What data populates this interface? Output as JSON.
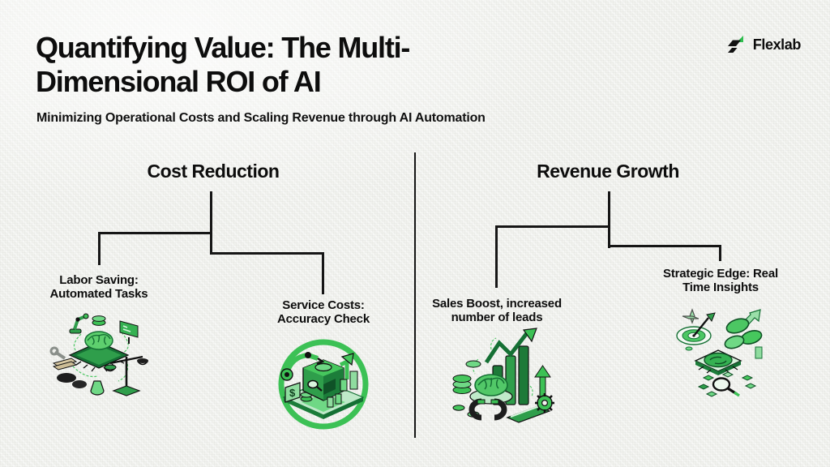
{
  "brand": {
    "name": "Flexlab",
    "logo_icon": "flexlab-arrow-monogram",
    "logo_green": "#2fbe4f"
  },
  "header": {
    "title_line1": "Quantifying Value: The Multi-",
    "title_line2": "Dimensional ROI of AI",
    "subtitle": "Minimizing Operational Costs and Scaling Revenue through AI Automation"
  },
  "colors": {
    "background": "#f1f2ee",
    "text": "#0d0d0d",
    "line": "#161616",
    "accent_green": "#3cc155",
    "mid_green": "#2f9e4b",
    "dark_green": "#156f35",
    "light_green": "#bfe9c9"
  },
  "tree_left": {
    "heading": "Cost Reduction",
    "leaf1": {
      "line1": "Labor Saving:",
      "line2": "Automated Tasks",
      "icon": "automated-tasks-illustration"
    },
    "leaf2": {
      "line1": "Service Costs:",
      "line2": "Accuracy Check",
      "icon": "accuracy-check-illustration"
    }
  },
  "tree_right": {
    "heading": "Revenue Growth",
    "leaf1": {
      "line1": "Sales Boost, increased",
      "line2": "number of leads",
      "icon": "sales-boost-illustration"
    },
    "leaf2": {
      "line1": "Strategic Edge: Real",
      "line2": "Time Insights",
      "icon": "real-time-insights-illustration"
    }
  }
}
